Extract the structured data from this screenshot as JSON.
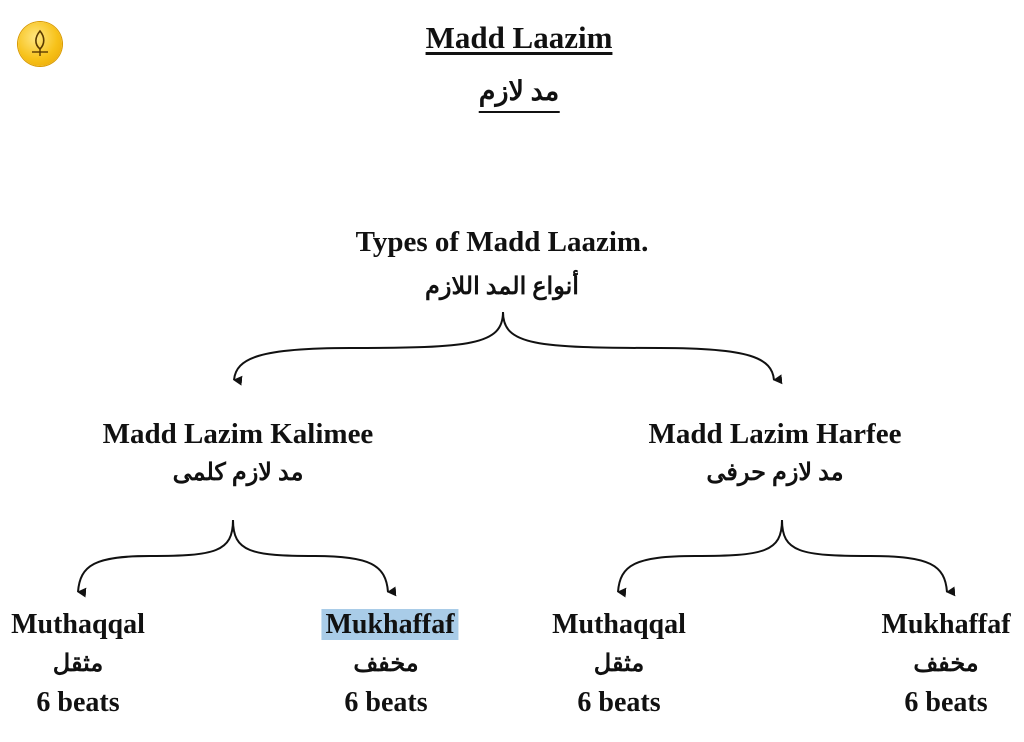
{
  "logo": {
    "icon": "calligraphy-logo-icon",
    "color": "#f7c21a"
  },
  "title": {
    "en": "Madd Laazim",
    "ar": "مد لازم"
  },
  "root": {
    "en": "Types of Madd Laazim.",
    "ar": "أنواع المد اللازم"
  },
  "branches": [
    {
      "en": "Madd Lazim Kalimee",
      "ar": "مد لازم  كلمى",
      "leaves": [
        {
          "en": "Muthaqqal",
          "ar": "مثقل",
          "beats": "6 beats"
        },
        {
          "en": "Mukhaffaf",
          "ar": "مخفف",
          "beats": "6 beats",
          "highlighted": true
        }
      ]
    },
    {
      "en": "Madd Lazim Harfee",
      "ar": "مد لازم حرفى",
      "leaves": [
        {
          "en": "Muthaqqal",
          "ar": "مثقل",
          "beats": "6 beats"
        },
        {
          "en": "Mukhaffaf",
          "ar": "مخفف",
          "beats": "6 beats"
        }
      ]
    }
  ],
  "colors": {
    "highlight": "#a9cce8",
    "text": "#111111"
  }
}
